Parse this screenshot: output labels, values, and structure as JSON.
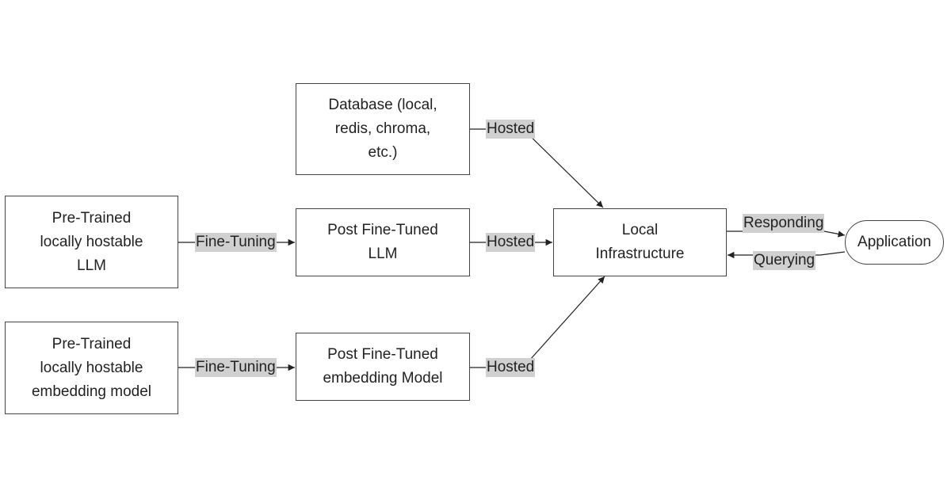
{
  "diagram": {
    "nodes": {
      "database": {
        "lines": [
          "Database (local,",
          "redis, chroma,",
          "etc.)"
        ]
      },
      "pretrained_llm": {
        "lines": [
          "Pre-Trained",
          "locally hostable",
          "LLM"
        ]
      },
      "post_llm": {
        "lines": [
          "Post Fine-Tuned",
          "LLM"
        ]
      },
      "local_infra": {
        "lines": [
          "Local",
          "Infrastructure"
        ]
      },
      "application": {
        "lines": [
          "Application"
        ]
      },
      "pretrained_embedding": {
        "lines": [
          "Pre-Trained",
          "locally hostable",
          "embedding model"
        ]
      },
      "post_embedding": {
        "lines": [
          "Post Fine-Tuned",
          "embedding Model"
        ]
      }
    },
    "edge_labels": {
      "finetune_llm": "Fine-Tuning",
      "finetune_embedding": "Fine-Tuning",
      "hosted_database": "Hosted",
      "hosted_llm": "Hosted",
      "hosted_embedding": "Hosted",
      "responding": "Responding",
      "querying": "Querying"
    },
    "edges": [
      {
        "from": "pretrained_llm",
        "to": "post_llm",
        "label": "finetune_llm"
      },
      {
        "from": "pretrained_embedding",
        "to": "post_embedding",
        "label": "finetune_embedding"
      },
      {
        "from": "database",
        "to": "local_infra",
        "label": "hosted_database"
      },
      {
        "from": "post_llm",
        "to": "local_infra",
        "label": "hosted_llm"
      },
      {
        "from": "post_embedding",
        "to": "local_infra",
        "label": "hosted_embedding"
      },
      {
        "from": "local_infra",
        "to": "application",
        "label": "responding"
      },
      {
        "from": "application",
        "to": "local_infra",
        "label": "querying"
      }
    ],
    "colors": {
      "label_background": "#d0d0d0",
      "stroke": "#444444",
      "text": "#222222"
    }
  }
}
